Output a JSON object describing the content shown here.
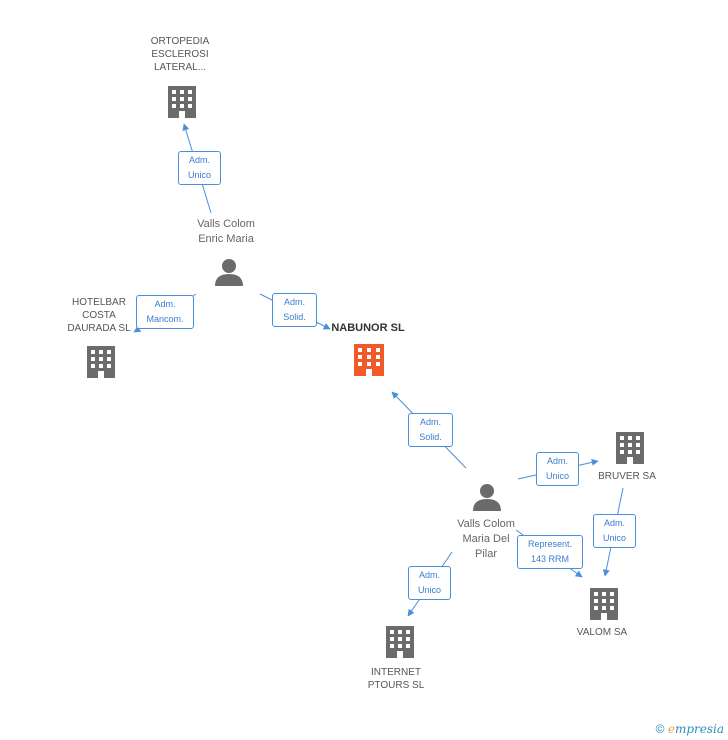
{
  "nodes": {
    "ortopedia": {
      "label": "ORTOPEDIA\nESCLEROSI\nLATERAL...",
      "type": "company",
      "color": "#6b6b6b"
    },
    "valls_enric": {
      "label": "Valls Colom\nEnric Maria",
      "type": "person",
      "color": "#6b6b6b"
    },
    "hotelbar": {
      "label": "HOTELBAR\nCOSTA\nDAURADA SL",
      "type": "company",
      "color": "#6b6b6b"
    },
    "nabunor": {
      "label": "NABUNOR SL",
      "type": "company",
      "color": "#f05a28"
    },
    "valls_maria": {
      "label": "Valls Colom\nMaria Del\nPilar",
      "type": "person",
      "color": "#6b6b6b"
    },
    "bruver": {
      "label": "BRUVER SA",
      "type": "company",
      "color": "#6b6b6b"
    },
    "valom": {
      "label": "VALOM SA",
      "type": "company",
      "color": "#6b6b6b"
    },
    "internet": {
      "label": "INTERNET\nPTOURS SL",
      "type": "company",
      "color": "#6b6b6b"
    }
  },
  "edges": [
    {
      "id": "e1",
      "label": "Adm.\nUnico"
    },
    {
      "id": "e2",
      "label": "Adm.\nMancom."
    },
    {
      "id": "e3",
      "label": "Adm.\nSolid."
    },
    {
      "id": "e4",
      "label": "Adm.\nSolid."
    },
    {
      "id": "e5",
      "label": "Adm.\nUnico"
    },
    {
      "id": "e6",
      "label": "Adm.\nUnico"
    },
    {
      "id": "e7",
      "label": "Represent.\n143 RRM"
    },
    {
      "id": "e8",
      "label": "Adm.\nUnico"
    }
  ],
  "colors": {
    "edge": "#4a8fdc",
    "company": "#6b6b6b",
    "focus": "#f05a28"
  },
  "footer": {
    "copyright": "©",
    "brand_initial": "e",
    "brand_rest": "mpresia"
  }
}
